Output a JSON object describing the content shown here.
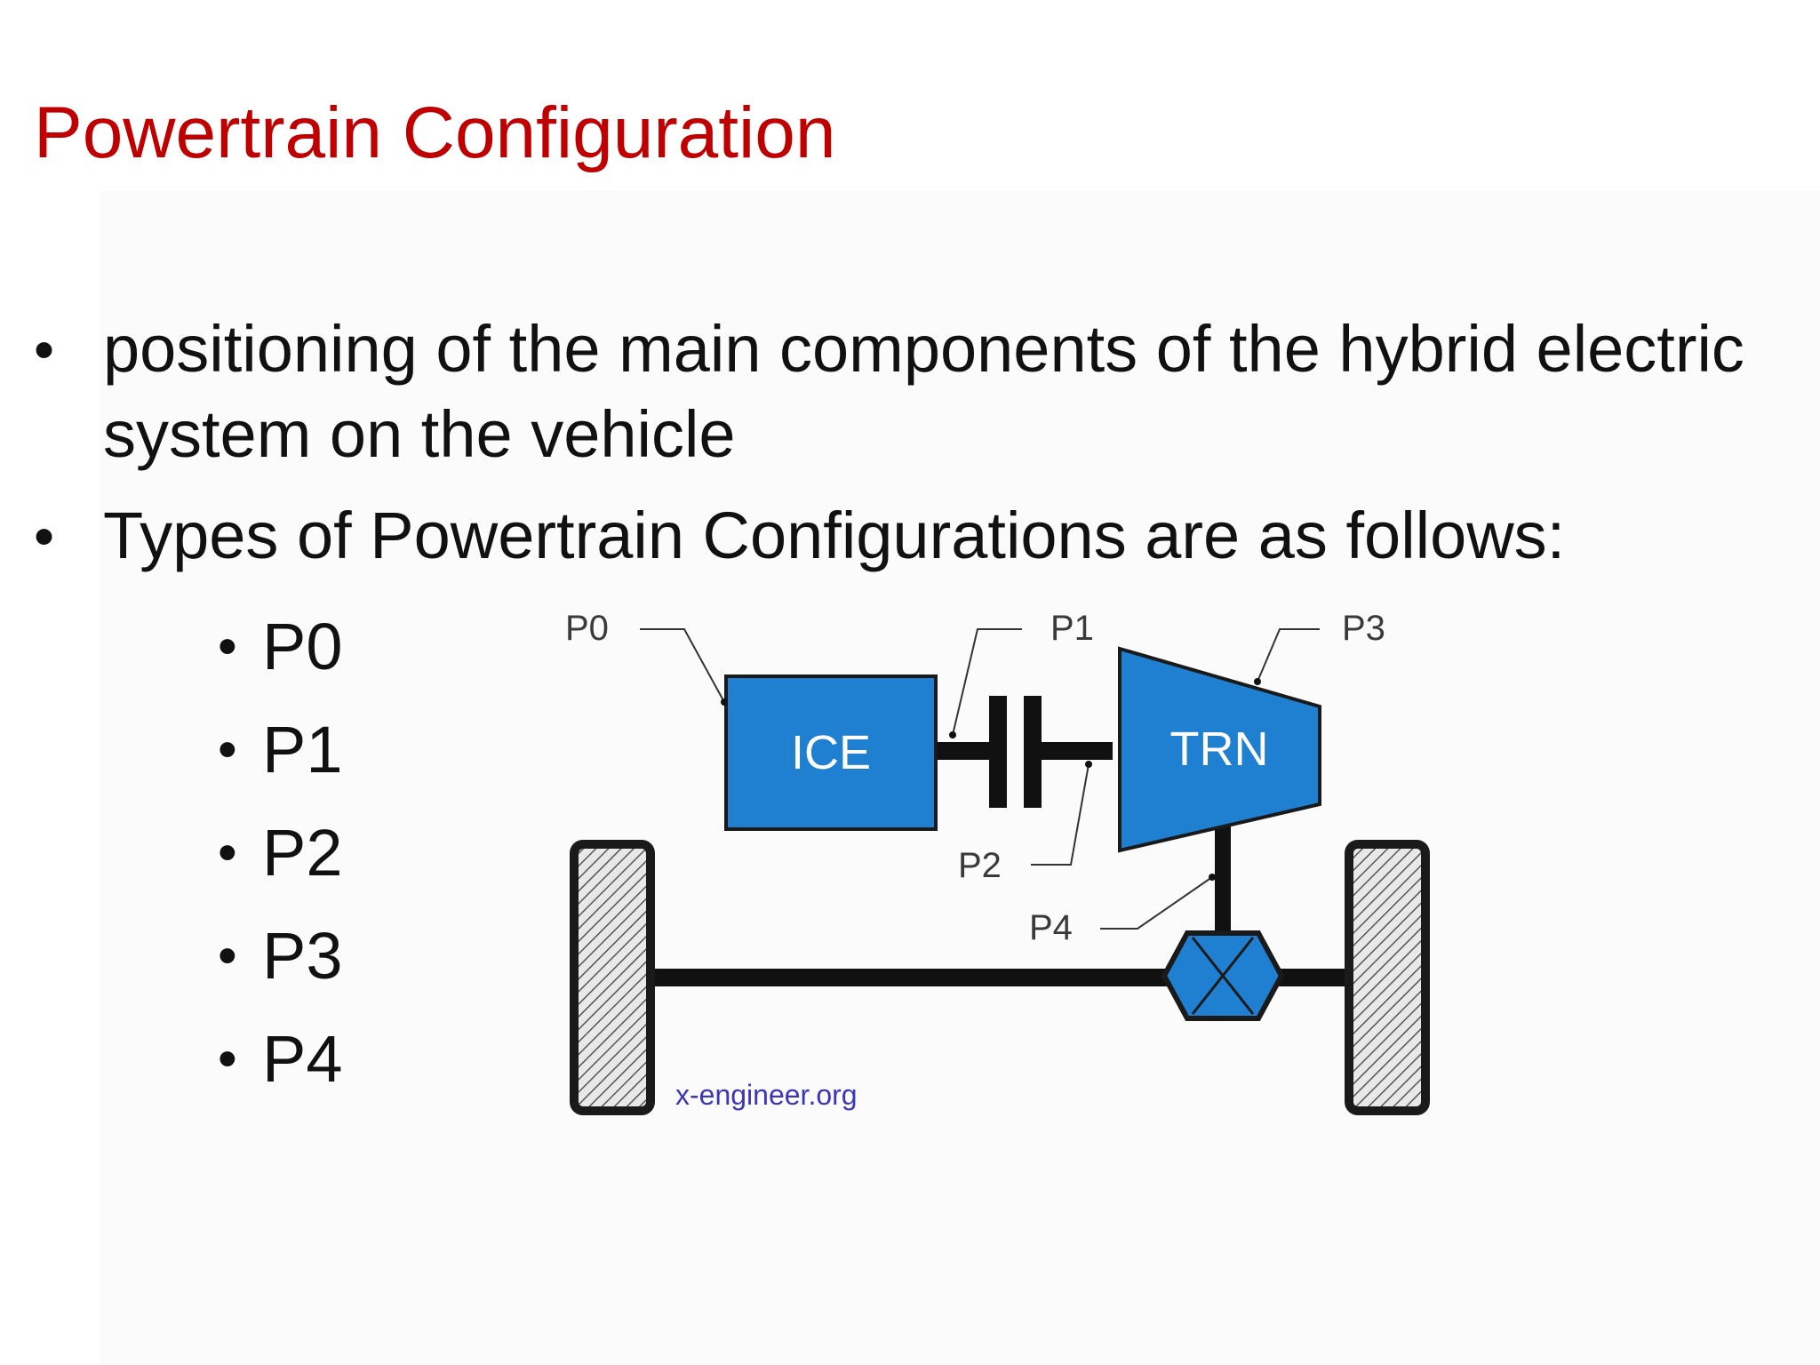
{
  "title": "Powertrain Configuration",
  "bullets": [
    "positioning of the main components of the hybrid electric system on the vehicle",
    "Types of Powertrain Configurations are as follows:"
  ],
  "sub_bullets": [
    "P0",
    "P1",
    "P2",
    "P3",
    "P4"
  ],
  "bullet_glyph": "•",
  "diagram": {
    "labels": {
      "p0": "P0",
      "p1": "P1",
      "p2": "P2",
      "p3": "P3",
      "p4": "P4"
    },
    "ice_label": "ICE",
    "trn_label": "TRN",
    "credit": "x-engineer.org",
    "colors": {
      "component_fill": "#1f7fd0",
      "component_stroke": "#1a1a1a",
      "shaft": "#111111",
      "wheel_hatch": "#555555"
    }
  },
  "colors": {
    "title": "#c00000",
    "text": "#111111"
  }
}
